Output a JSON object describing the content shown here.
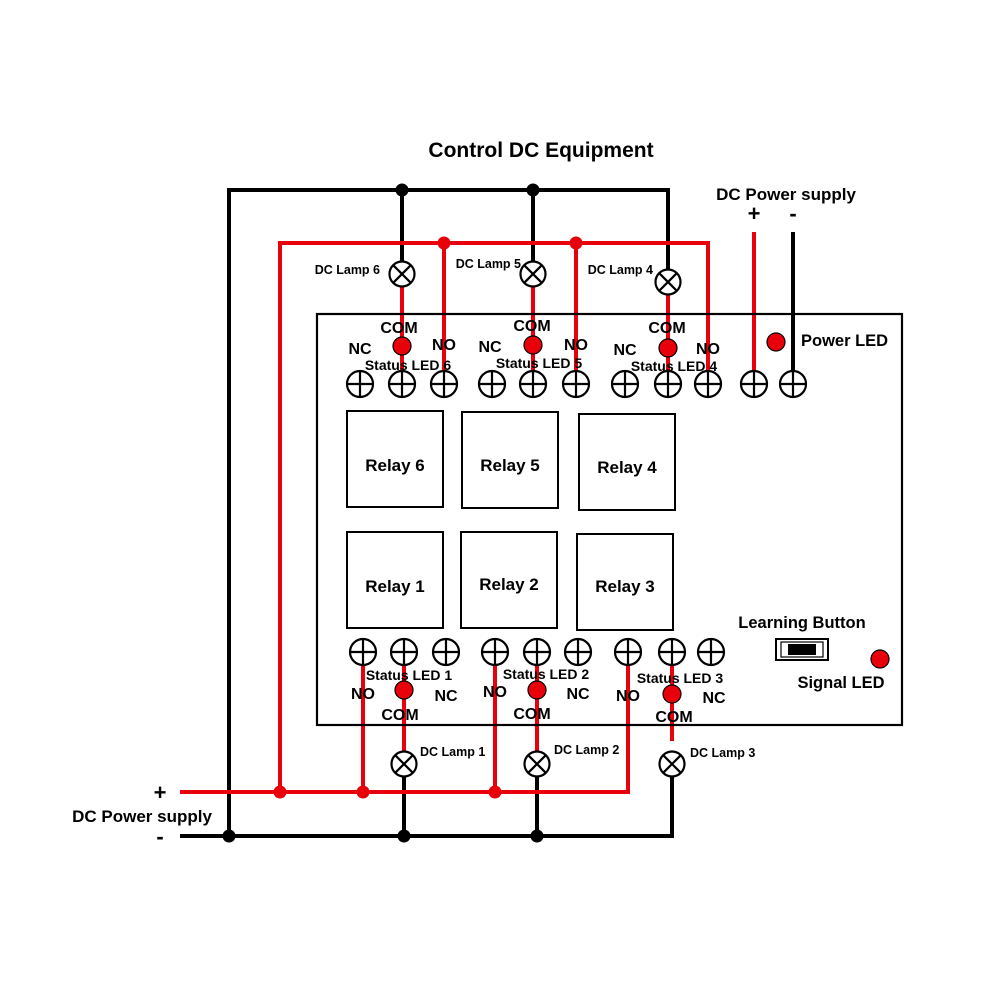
{
  "title": "Control DC Equipment",
  "power_supply_label": "DC Power supply",
  "plus_sign": "+",
  "minus_sign": "-",
  "labels": {
    "com": "COM",
    "nc": "NC",
    "no": "NO",
    "power_led": "Power LED",
    "learning_button": "Learning Button",
    "signal_led": "Signal LED"
  },
  "relays": {
    "r1": "Relay 1",
    "r2": "Relay 2",
    "r3": "Relay 3",
    "r4": "Relay 4",
    "r5": "Relay 5",
    "r6": "Relay 6"
  },
  "status_leds": {
    "s1": "Status LED 1",
    "s2": "Status LED 2",
    "s3": "Status LED 3",
    "s4": "Status LED 4",
    "s5": "Status LED 5",
    "s6": "Status LED 6"
  },
  "lamps": {
    "l1": "DC Lamp 1",
    "l2": "DC Lamp 2",
    "l3": "DC Lamp 3",
    "l4": "DC Lamp 4",
    "l5": "DC Lamp 5",
    "l6": "DC Lamp 6"
  },
  "colors": {
    "positive_wire": "#e8000b",
    "negative_wire": "#000000",
    "led": "#e8000b"
  }
}
